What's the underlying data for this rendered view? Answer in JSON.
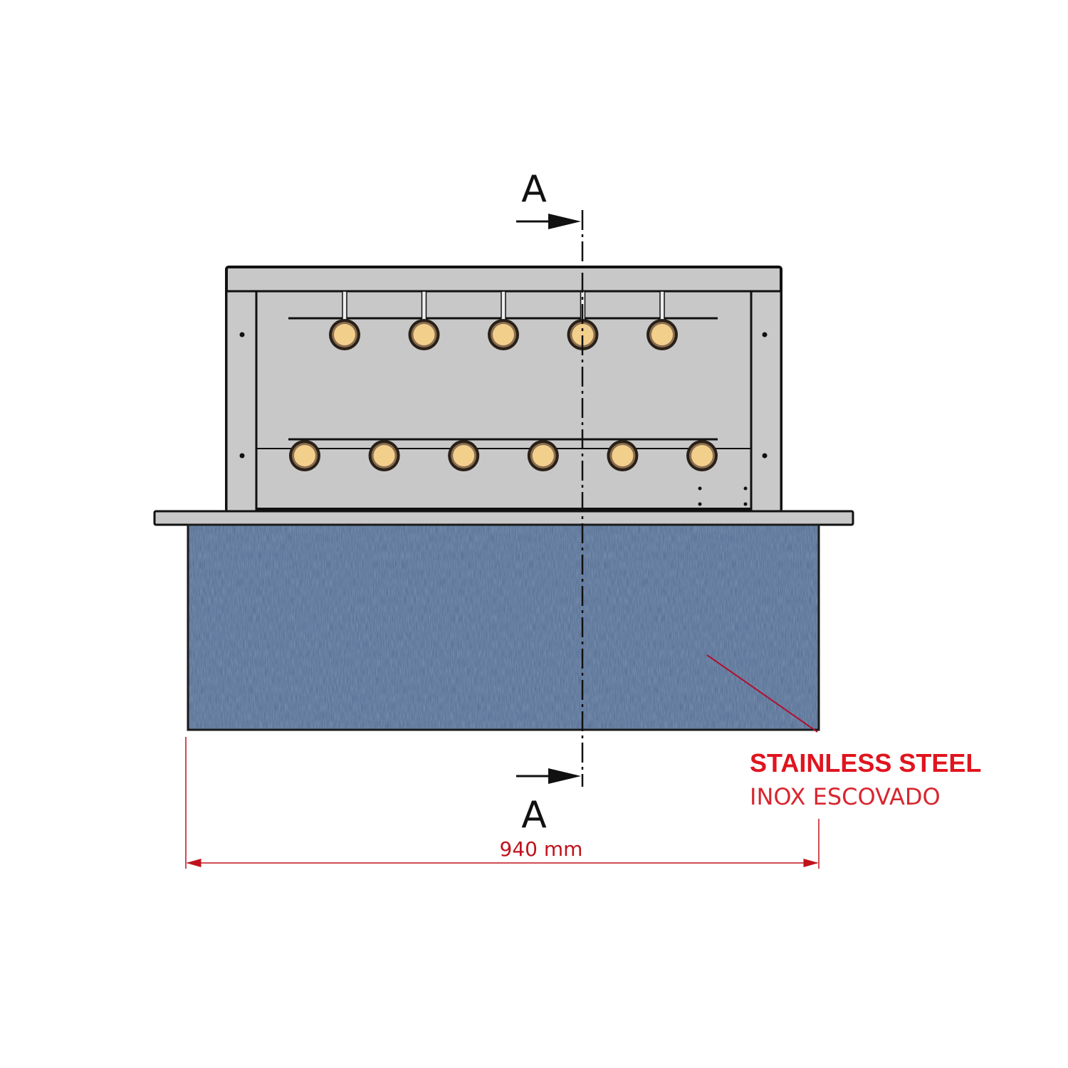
{
  "section": {
    "top_label": "A",
    "bottom_label": "A"
  },
  "dimension": {
    "width_label": "940 mm"
  },
  "material": {
    "name": "STAINLESS STEEL",
    "name_pt": "INOX ESCOVADO"
  },
  "knobs": {
    "top_row": 5,
    "bottom_row": 6
  },
  "colors": {
    "panel": "#c8c8c8",
    "body": "#4f6a90",
    "knob": "#f3cf8c",
    "dimension": "#c0121b"
  }
}
